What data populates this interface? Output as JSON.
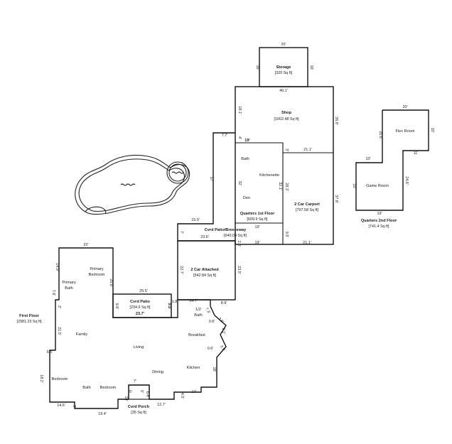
{
  "storage": {
    "name": "Storage",
    "area": "[320 Sq ft]",
    "dims": {
      "top": "20'",
      "left": "16'",
      "right": "16'"
    }
  },
  "shop": {
    "name": "Shop",
    "area": "[1002.48 Sq ft]",
    "dims": {
      "top": "40.1'",
      "left": "18.1'",
      "right": "26.8'",
      "lower_left": "4'",
      "notch": "7.7'",
      "inner_top": "19'",
      "inner_right": "21.1'"
    }
  },
  "quarters1": {
    "name": "Quarters 1st Floor",
    "area": "[609.9 Sq ft]",
    "rooms": {
      "bath": "Bath",
      "kitchenette": "Kitchenette",
      "den": "Den"
    },
    "dims": {
      "left": "32'",
      "inner_top": "3'",
      "inner_right": "32.1'",
      "bottom": "19'",
      "inner_vert": "28.3'"
    }
  },
  "carport": {
    "name": "2 Car Carport",
    "area": "[797.58 Sq ft]",
    "dims": {
      "right": "37.8'",
      "small": "9.5'",
      "bottom_left": "19'",
      "bottom_right": "21.1'"
    }
  },
  "breezeway": {
    "name": "Cvrd Patio/Breezeway",
    "area": "[640.04 Sq ft]",
    "dims": {
      "top": "15.9'",
      "left_upper": "37'",
      "left_small": "7'",
      "inner": "23.6'",
      "right_small": "2.5'"
    }
  },
  "garage": {
    "name": "2 Car Attached",
    "area": "[542.84 Sq ft]",
    "dims": {
      "left": "22.7'",
      "right": "23.5'",
      "bottom": "8.9'",
      "bottom_left": "14.7'"
    }
  },
  "patio": {
    "name": "Cvrd Patio",
    "area": "[234.6 Sq ft]",
    "dims": {
      "top": "25.5'",
      "left": "9.6'",
      "right": "9.5'",
      "bottom": "23.7'",
      "small": "1.8'"
    }
  },
  "first_floor": {
    "name": "First Floor",
    "area": "[2981.23 Sq ft]",
    "rooms": {
      "primary_bedroom": "Primary Bedroom",
      "primary_bath": "Primary Bath",
      "family": "Family",
      "living": "Living",
      "half_bath": "1/2 Bath",
      "breakfast": "Breakfast",
      "kitchen": "Kitchen",
      "dining": "Dining",
      "bedroom1": "Bedroom",
      "bath": "Bath",
      "bedroom2": "Bedroom"
    },
    "dims": {
      "top": "22'",
      "pb_left": "14.9'",
      "pb_right": "20.8'",
      "step1": "7.6'",
      "step2": "2'",
      "left": "21.5'",
      "step3": "6.5'",
      "bed_left": "18.2'",
      "bot1": "14.6'",
      "bot2": "3'",
      "bot3": "19.4'",
      "porch_w": "7'",
      "porch_h": "10'",
      "porch_r": "12.7'",
      "k1": "4.5'",
      "k2": "14'",
      "k3": "16'",
      "k4": "3.9'",
      "k5": "0.6'",
      "k6": "8.1'",
      "k7": "3.6'",
      "k8": "0.6'",
      "k9": "7.3'"
    }
  },
  "porch": {
    "name": "Cvrd Porch",
    "area": "[35 Sq ft]",
    "dims": {
      "w": "5'",
      "h": "5'",
      "h2": "6.4'"
    }
  },
  "quarters2": {
    "name": "Quarters 2nd Floor",
    "area": "[741.4 Sq ft]",
    "rooms": {
      "flex": "Flex Room",
      "game": "Game Room"
    },
    "dims": {
      "top": "20'",
      "flex_left": "20.6'",
      "flex_right": "10'",
      "step_left": "10'",
      "step_right": "11'",
      "game_left": "20'",
      "game_right": "24.6'",
      "bottom": "19'"
    }
  }
}
